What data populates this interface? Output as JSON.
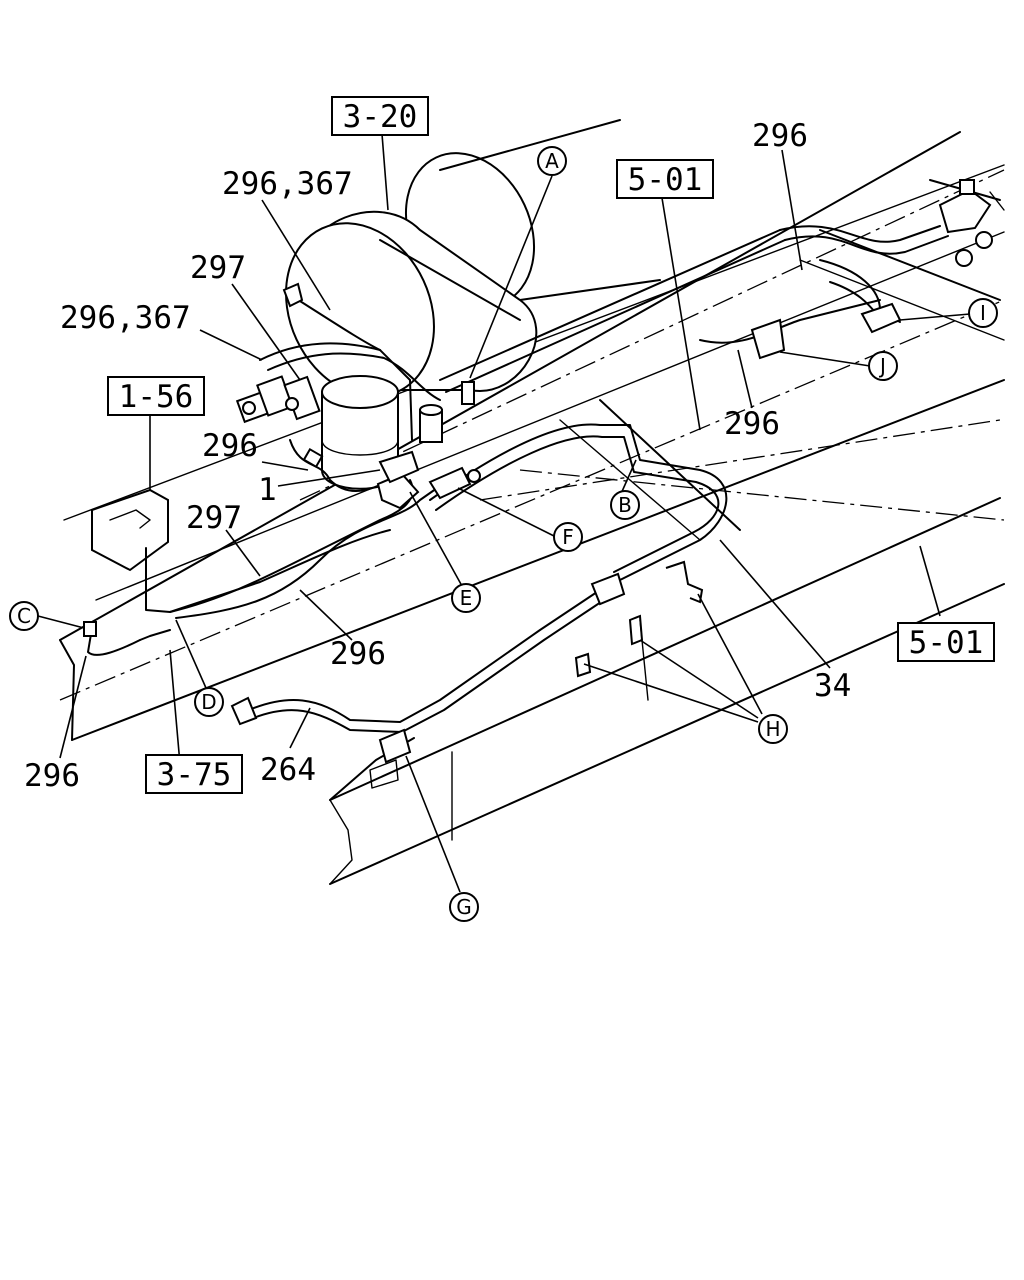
{
  "reference_boxes": {
    "r1": "3-20",
    "r2": "5-01",
    "r3": "1-56",
    "r4": "3-75",
    "r5": "5-01"
  },
  "part_numbers": {
    "p296_top_right": "296",
    "p296_367_upper": "296,367",
    "p297_upper": "297",
    "p296_367_lower": "296,367",
    "p296_mid_left": "296",
    "p1": "1",
    "p297_lower": "297",
    "p296_center": "296",
    "p296_right_mid": "296",
    "p296_bottom_left": "296",
    "p264": "264",
    "p34": "34"
  },
  "callout_letters": [
    "A",
    "B",
    "C",
    "D",
    "E",
    "F",
    "G",
    "H",
    "I",
    "J"
  ]
}
